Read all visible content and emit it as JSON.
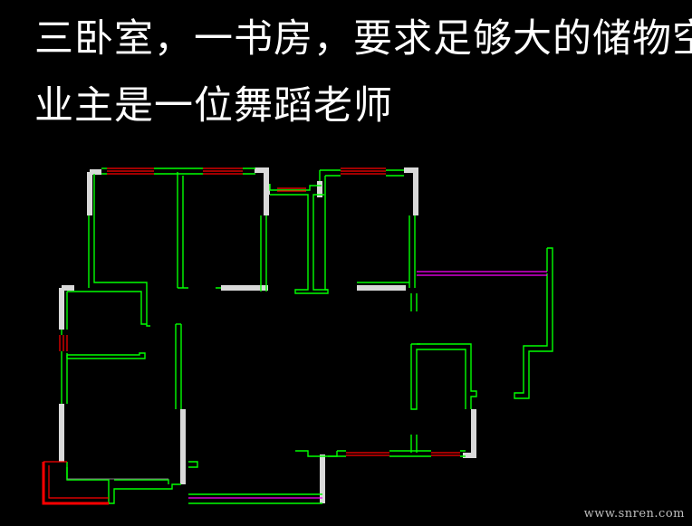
{
  "title": {
    "line1": "三卧室，一书房，要求足够大的储物空间",
    "line2": "业主是一位舞蹈老师"
  },
  "watermark": "www.snren.com",
  "colors": {
    "background": "#000000",
    "wall_green": "#00ff00",
    "wall_white": "#d9d9d9",
    "window_red": "#ff0000",
    "balcony_magenta": "#ff00ff",
    "text": "#ffffff"
  }
}
